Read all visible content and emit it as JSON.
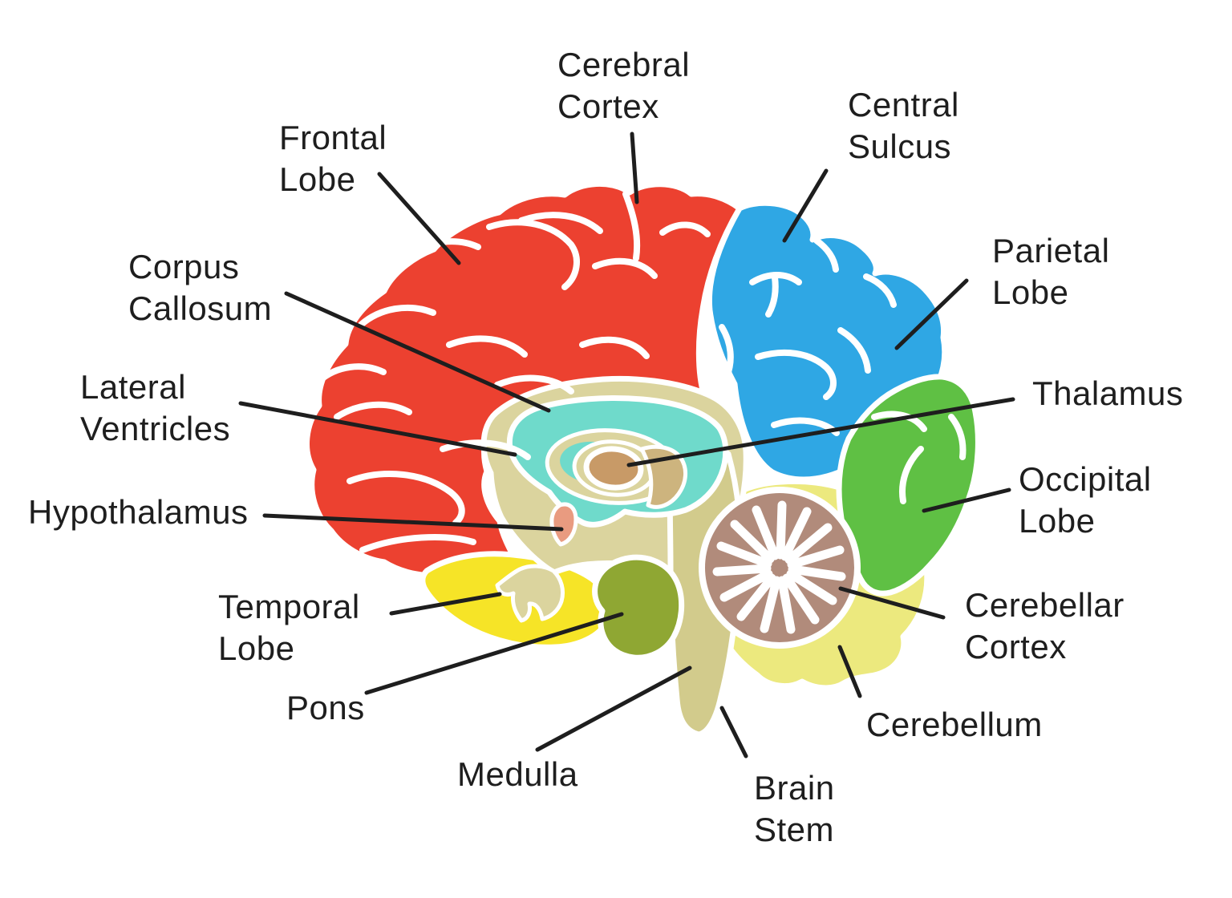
{
  "figure": {
    "kind": "anatomical diagram",
    "subject": "Human brain, sagittal section with labeled structures"
  },
  "palette": {
    "background": "#ffffff",
    "text": "#1e1e1e",
    "line": "#1e1e1e",
    "outline": "#ffffff",
    "frontal": "#EC4130",
    "parietal": "#2FA7E4",
    "occipital": "#5FC044",
    "temporal": "#F6E427",
    "cerebellum": "#ECE97E",
    "cerebellar_cortex": "#B18B7B",
    "corpus_callosum": "#DBD49E",
    "brain_stem": "#D2CB8C",
    "ventricles": "#6FDACB",
    "midbrain": "#CDB47E",
    "thalamus": "#C89A67",
    "hypothalamus": "#E99B80",
    "pons": "#8FA733"
  },
  "labels": [
    {
      "id": "cerebral-cortex",
      "lines": [
        "Cerebral",
        "Cortex"
      ]
    },
    {
      "id": "central-sulcus",
      "lines": [
        "Central",
        "Sulcus"
      ]
    },
    {
      "id": "frontal-lobe",
      "lines": [
        "Frontal",
        "Lobe"
      ]
    },
    {
      "id": "parietal-lobe",
      "lines": [
        "Parietal",
        "Lobe"
      ]
    },
    {
      "id": "corpus-callosum",
      "lines": [
        "Corpus",
        "Callosum"
      ]
    },
    {
      "id": "lateral-ventricles",
      "lines": [
        "Lateral",
        "Ventricles"
      ]
    },
    {
      "id": "thalamus",
      "lines": [
        "Thalamus"
      ]
    },
    {
      "id": "occipital-lobe",
      "lines": [
        "Occipital",
        "Lobe"
      ]
    },
    {
      "id": "hypothalamus",
      "lines": [
        "Hypothalamus"
      ]
    },
    {
      "id": "cerebellar-cortex",
      "lines": [
        "Cerebellar",
        "Cortex"
      ]
    },
    {
      "id": "temporal-lobe",
      "lines": [
        "Temporal",
        "Lobe"
      ]
    },
    {
      "id": "pons",
      "lines": [
        "Pons"
      ]
    },
    {
      "id": "medulla",
      "lines": [
        "Medulla"
      ]
    },
    {
      "id": "brain-stem",
      "lines": [
        "Brain",
        "Stem"
      ]
    },
    {
      "id": "cerebellum",
      "lines": [
        "Cerebellum"
      ]
    }
  ]
}
